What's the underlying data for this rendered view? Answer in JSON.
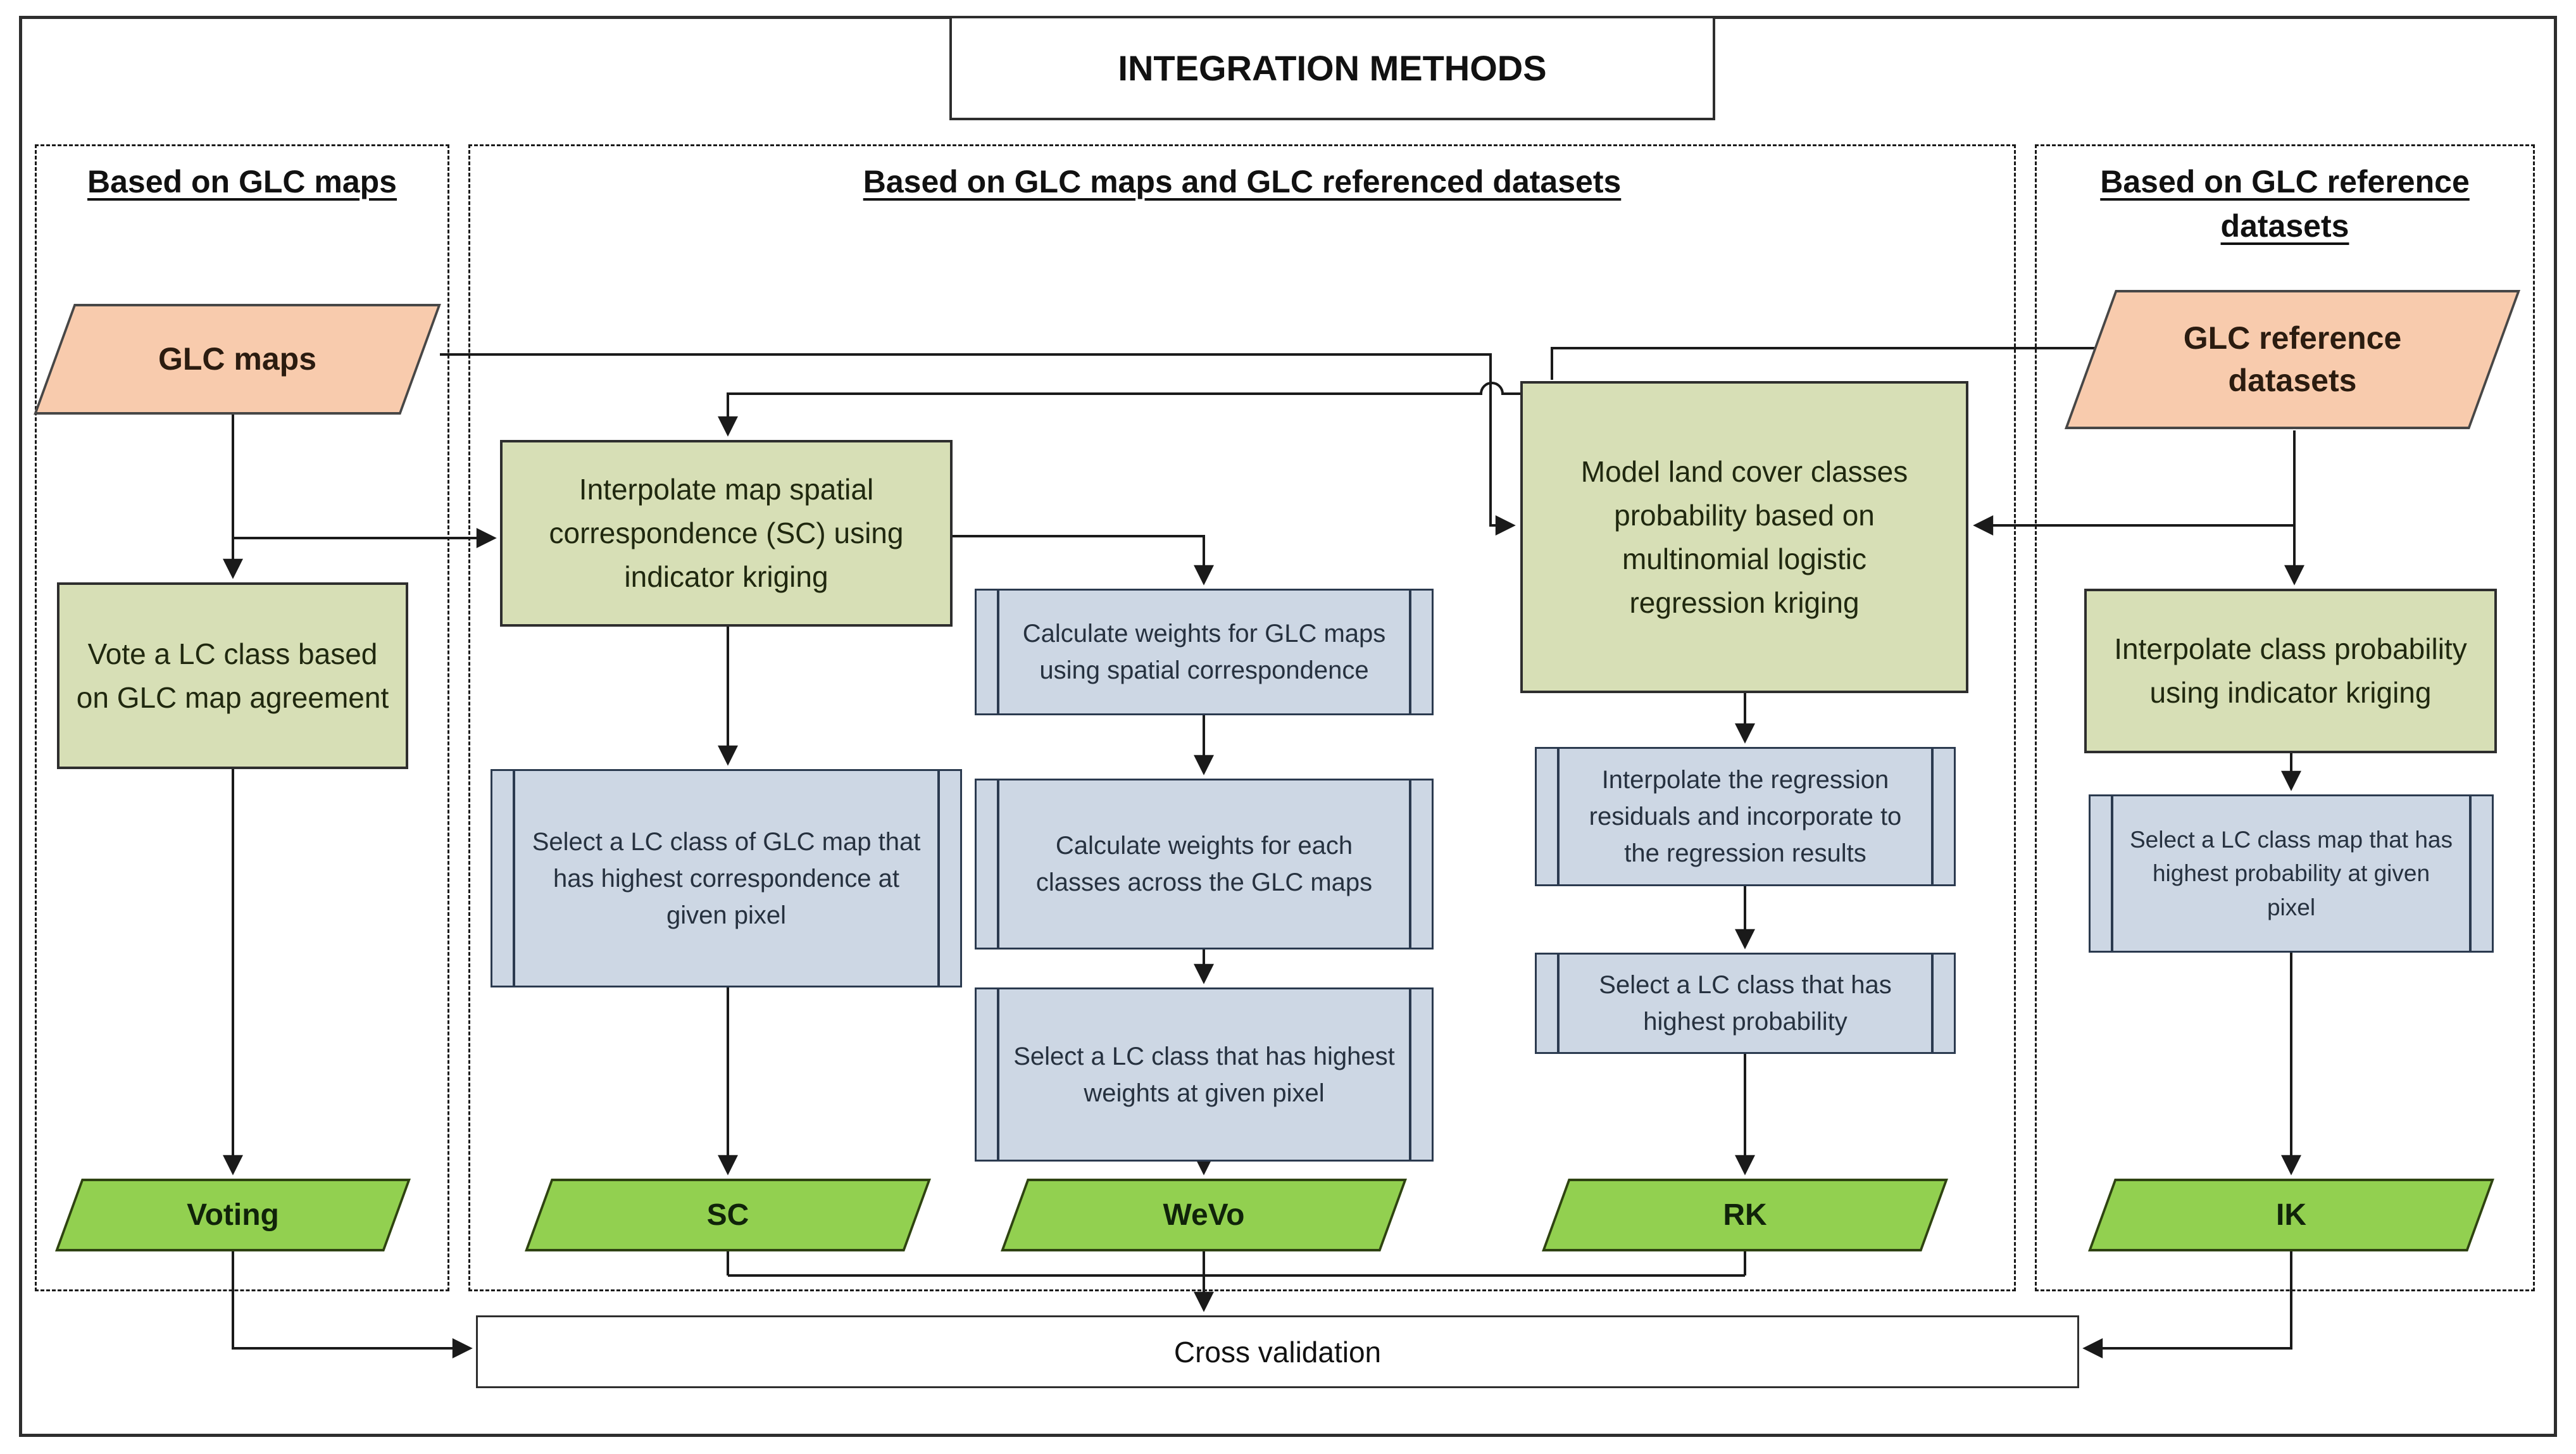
{
  "title": "INTEGRATION METHODS",
  "sections": {
    "left": {
      "heading": "Based on GLC maps",
      "input": "GLC maps",
      "process": "Vote a LC class based on GLC map agreement",
      "output": "Voting"
    },
    "middle": {
      "heading": "Based on GLC maps and GLC referenced datasets",
      "sc": {
        "process": "Interpolate map spatial correspondence (SC) using indicator kriging",
        "step": "Select a LC class of GLC map that has highest correspondence at given pixel",
        "output": "SC"
      },
      "wevo": {
        "steps": [
          "Calculate weights for GLC maps using spatial correspondence",
          "Calculate weights for each classes across the GLC maps",
          "Select a LC class that has highest weights at given pixel"
        ],
        "output": "WeVo"
      },
      "rk": {
        "process": "Model land cover classes probability based on multinomial logistic regression kriging",
        "steps": [
          "Interpolate the regression residuals and incorporate to the regression results",
          "Select a LC class that has highest probability"
        ],
        "output": "RK"
      }
    },
    "right": {
      "heading": "Based on GLC reference datasets",
      "input": "GLC reference datasets",
      "process": "Interpolate class probability using indicator kriging",
      "step": "Select a LC class map that has highest probability at given pixel",
      "output": "IK"
    },
    "footer": {
      "label": "Cross validation"
    }
  },
  "colors": {
    "input_fill": "#f8cbad",
    "process_fill": "#d7dfb6",
    "step_fill": "#cdd7e4",
    "output_fill": "#92d050",
    "connector": "#1a1a1a"
  }
}
